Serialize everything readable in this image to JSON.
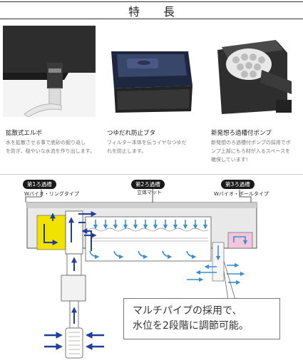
{
  "title": "特 長",
  "features": [
    {
      "title": "拡散式エルボ",
      "desc": [
        "水を拡散させる事で底砂の掘り返し",
        "を防ぎ、穏やいな水流を作り出します。"
      ]
    },
    {
      "title": "つゆだれ防止ブタ",
      "desc": [
        "フィルター本体を伝うイヤなつゆだ",
        "れを防止します。"
      ]
    },
    {
      "title": "新発想ろ過槽付ポンプ",
      "desc": [
        "新発想のろ過槽付ポンプの採用でポ",
        "ンプ上部にもろ材が入るスペースを",
        "確保しています!"
      ]
    }
  ],
  "diagram": {
    "stage1": {
      "label": "第1ろ過槽",
      "sub": "Wバイオ・リングタイプ"
    },
    "stage2": {
      "label": "第2ろ過槽",
      "sub": "立体マット"
    },
    "stage3": {
      "label": "第3ろ過槽",
      "sub": "Wバイオ・ボールタイプ"
    },
    "callout": [
      "マルチパイプの採用で、",
      "水位を2段階に調節可能。"
    ]
  },
  "colors": {
    "accent": "#1f3e9e",
    "flow": "#3a8fd0",
    "stage1": "#f1e200",
    "stage3": "#f3c6dc"
  }
}
